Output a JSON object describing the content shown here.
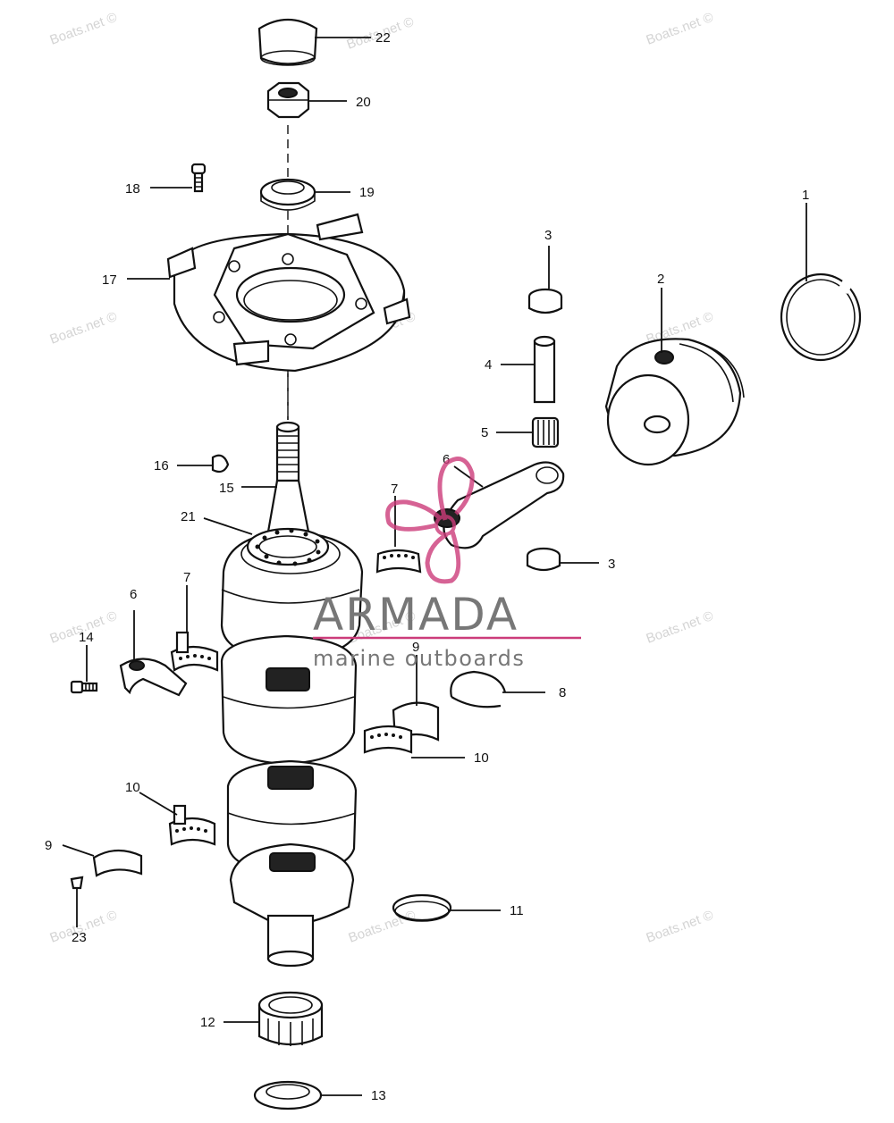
{
  "watermark": {
    "text": "Boats.net ©"
  },
  "brand": {
    "name": "ARMADA",
    "tagline": "marine outboards",
    "color": "#cc3c7a"
  },
  "callouts": {
    "c1": "1",
    "c2": "2",
    "c3a": "3",
    "c3b": "3",
    "c4": "4",
    "c5": "5",
    "c6a": "6",
    "c6b": "6",
    "c7a": "7",
    "c7b": "7",
    "c8": "8",
    "c9a": "9",
    "c9b": "9",
    "c10a": "10",
    "c10b": "10",
    "c11": "11",
    "c12": "12",
    "c13": "13",
    "c14": "14",
    "c15": "15",
    "c16": "16",
    "c17": "17",
    "c18": "18",
    "c19": "19",
    "c20": "20",
    "c21": "21",
    "c22": "22",
    "c23": "23"
  }
}
